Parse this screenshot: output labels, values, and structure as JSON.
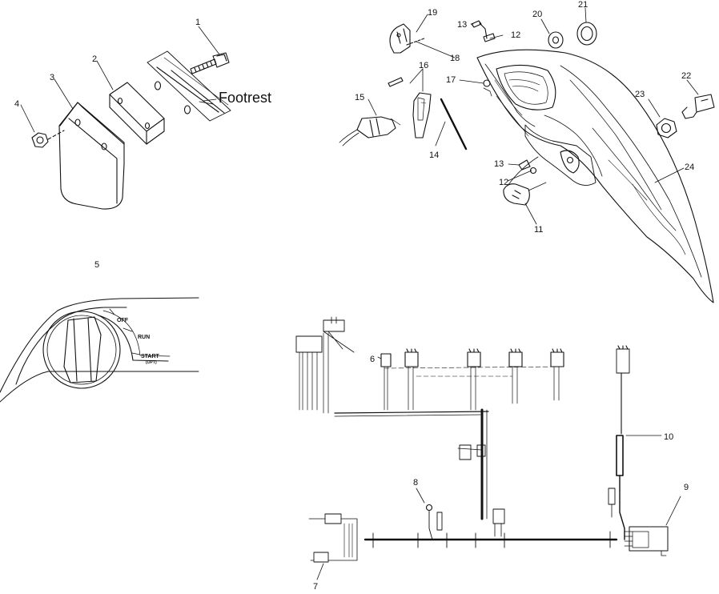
{
  "labels": {
    "footrest": "Footrest",
    "switch_off": "OFF",
    "switch_run": "RUN",
    "switch_start": "START",
    "switch_opt": "(OPT)"
  },
  "callouts": [
    "1",
    "2",
    "3",
    "4",
    "5",
    "6",
    "7",
    "8",
    "9",
    "10",
    "11",
    "12",
    "12",
    "13",
    "13",
    "14",
    "15",
    "16",
    "17",
    "18",
    "19",
    "20",
    "21",
    "22",
    "23",
    "24"
  ]
}
